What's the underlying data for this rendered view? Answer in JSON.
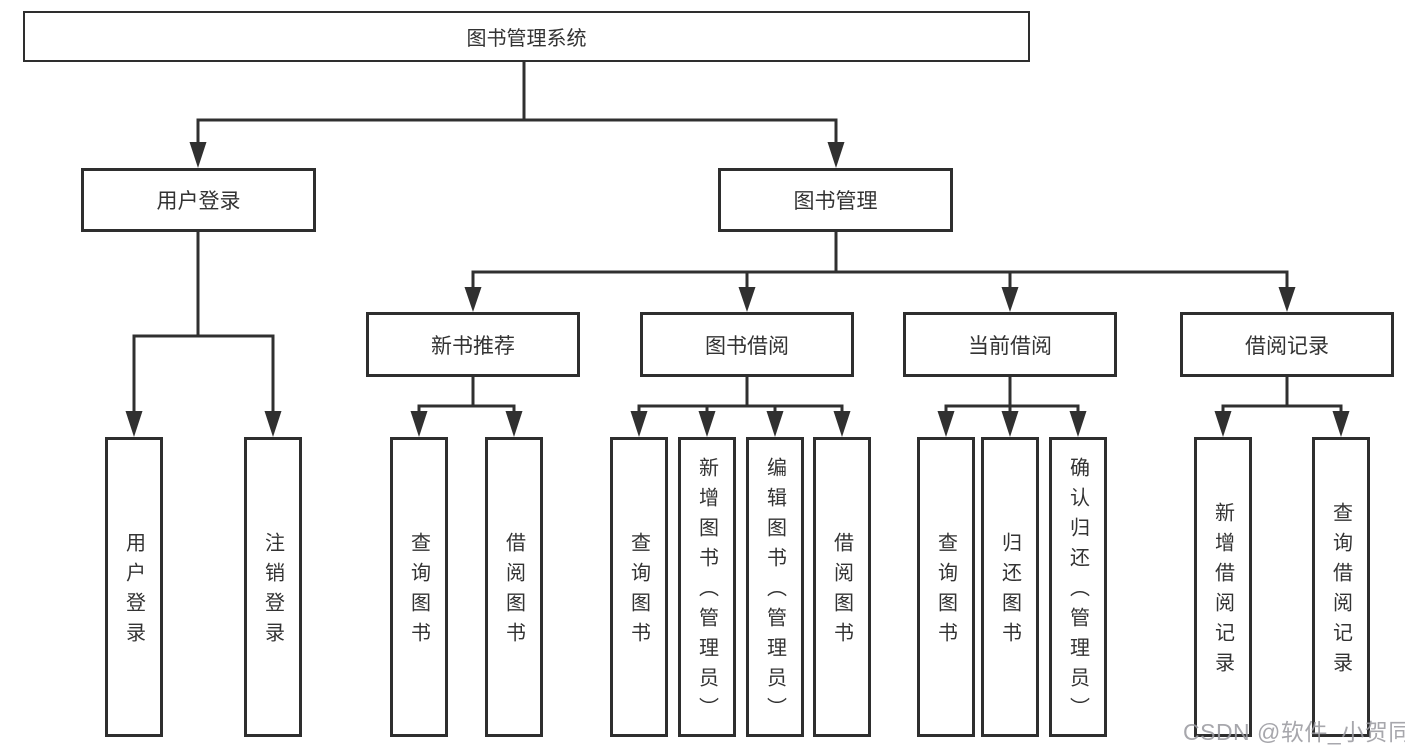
{
  "tree": {
    "root": {
      "label": "图书管理系统"
    },
    "branches": [
      {
        "label": "用户登录",
        "leaves": [
          "用户登录",
          "注销登录"
        ]
      },
      {
        "label": "图书管理",
        "groups": [
          {
            "label": "新书推荐",
            "leaves": [
              "查询图书",
              "借阅图书"
            ]
          },
          {
            "label": "图书借阅",
            "leaves": [
              "查询图书",
              "新增图书（管理员）",
              "编辑图书（管理员）",
              "借阅图书"
            ]
          },
          {
            "label": "当前借阅",
            "leaves": [
              "查询图书",
              "归还图书",
              "确认归还（管理员）"
            ]
          },
          {
            "label": "借阅记录",
            "leaves": [
              "新增借阅记录",
              "查询借阅记录"
            ]
          }
        ]
      }
    ]
  },
  "watermark": {
    "text": "CSDN @软件_小贺同学",
    "color": "#9b9ba1"
  },
  "colors": {
    "line": "#303030",
    "box_border": "#2e2e2e",
    "text": "#333333",
    "background": "#ffffff"
  }
}
